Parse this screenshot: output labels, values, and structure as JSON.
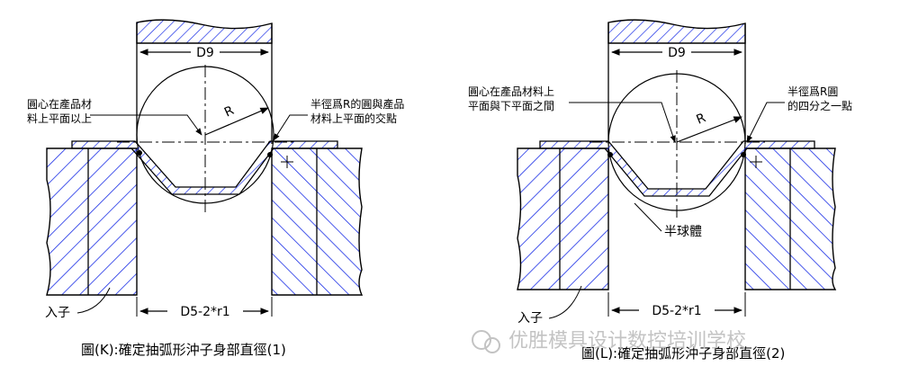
{
  "left_panel": {
    "dim_top": "D9",
    "radius_label": "R",
    "center_note": [
      "圓心在產品材",
      "料上平面以上"
    ],
    "intersect_note": [
      "半徑爲R的圓與產品",
      "材料上平面的交點"
    ],
    "insert_label": "入子",
    "dim_bottom": "D5-2*r1",
    "caption": "圖(K):確定抽弧形沖子身部直徑(1)"
  },
  "right_panel": {
    "dim_top": "D9",
    "radius_label": "R",
    "center_note": [
      "圓心在產品材料上",
      "平面與下平面之間"
    ],
    "quarter_note": [
      "半徑爲R圓",
      "的四分之一點"
    ],
    "hemisphere_label": "半球體",
    "insert_label": "入子",
    "dim_bottom": "D5-2*r1",
    "caption": "圖(L):確定抽弧形沖子身部直徑(2)"
  },
  "watermark": "优胜模具设计数控培训学校",
  "colors": {
    "hatch": "#1a2ee6",
    "line": "#000000",
    "watermark": "#bdbdbd"
  }
}
